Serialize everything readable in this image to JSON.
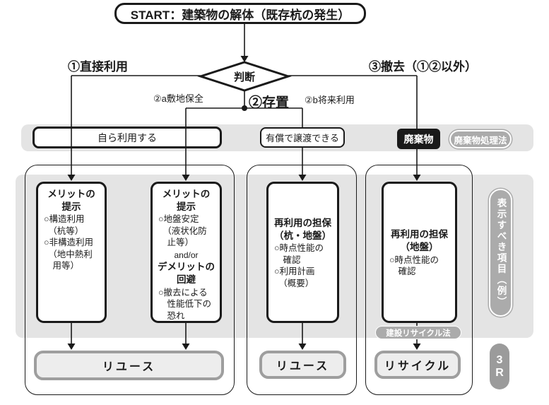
{
  "start": {
    "title": "START：建築物の解体（既存杭の発生）"
  },
  "decision": {
    "label": "判断"
  },
  "branches": {
    "direct_use": "①直接利用",
    "retain": "②存置",
    "retain_site_preserve": "②a敷地保全",
    "retain_future_use": "②b将来利用",
    "removal": "③撤去（①②以外）"
  },
  "band_nodes": {
    "self_use": "自ら利用する",
    "paid_transfer": "有償で譲渡できる",
    "waste": "廃棄物",
    "waste_law_badge": "廃棄物処理法"
  },
  "detail_boxes": {
    "merit1": {
      "title": "メリットの\n提示",
      "body": "○構造利用\n　（杭等）\n○非構造利用\n　（地中熱利\n　用等）"
    },
    "merit2": {
      "title": "メリットの\n提示",
      "body": "○地盤安定\n　（液状化防\n　止等）",
      "connector": "and/or",
      "title2": "デメリットの\n回避",
      "body2": "○撤去による\n　性能低下の\n　恐れ"
    },
    "guarantee_pile": {
      "title": "再利用の担保\n（杭・地盤）",
      "body": "○時点性能の\n　確認\n○利用計画\n　（概要）"
    },
    "guarantee_ground": {
      "title": "再利用の担保\n（地盤）",
      "body": "○時点性能の\n　確認"
    }
  },
  "results": {
    "reuse_left": "リユース",
    "reuse_mid": "リユース",
    "recycle": "リサイクル"
  },
  "badges": {
    "recycle_law": "建設リサイクル法",
    "display_items": "表示すべき項目（例）",
    "three_r": "3\nR"
  },
  "colors": {
    "ink": "#1a1a1a",
    "band_gray": "#e4e4e4",
    "badge_gray": "#ababab",
    "result_fill": "#ededed",
    "result_border": "#9e9e9e"
  }
}
